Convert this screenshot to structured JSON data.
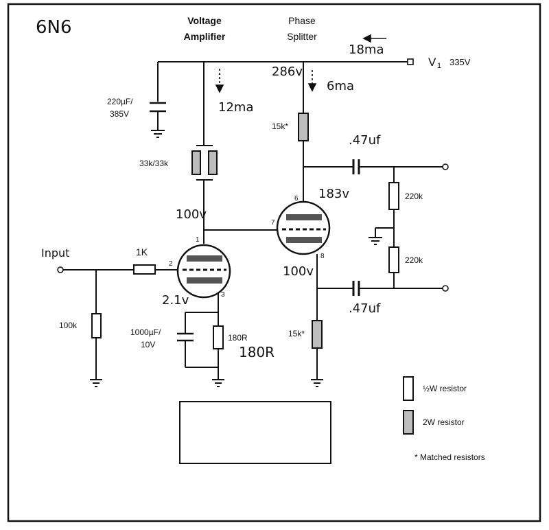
{
  "title": "6N6",
  "sections": {
    "voltage_amplifier": [
      "Voltage",
      "Amplifier"
    ],
    "phase_splitter": [
      "Phase",
      "Splitter"
    ]
  },
  "supply": {
    "label": "V",
    "subscript": "1",
    "voltage": "335V"
  },
  "annotations": {
    "current_total": "18ma",
    "current_amp": "12ma",
    "current_splitter": "6ma",
    "v_splitter_anode": "286v",
    "v_amp_anode": "100v",
    "v_grid_7": "183v",
    "v_cathode_8": "100v",
    "v_cathode_3": "2.1v",
    "cap_top": ".47uf",
    "cap_bottom": ".47uf",
    "r_cathode_big": "180R"
  },
  "components": {
    "c_supply": [
      "220µF/",
      "385V"
    ],
    "r_load_amp": "33k/33k",
    "r_anode_split": "15k*",
    "r_cathode_split": "15k*",
    "r_grid_stop": "1K",
    "r_input_leak": "100k",
    "c_cathode": [
      "1000µF/",
      "10V"
    ],
    "r_cathode_amp": "180R",
    "r_bias_top": "220k",
    "r_bias_bottom": "220k",
    "input_label": "Input"
  },
  "pins": {
    "p1": "1",
    "p2": "2",
    "p3": "3",
    "p6": "6",
    "p7": "7",
    "p8": "8"
  },
  "legend": {
    "half_watt": "½W resistor",
    "two_watt": "2W resistor",
    "matched": "* Matched resistors"
  },
  "colors": {
    "line": "#111111",
    "fill_2w": "#bdbdbd",
    "tube_fill": "#d9d9d9"
  }
}
